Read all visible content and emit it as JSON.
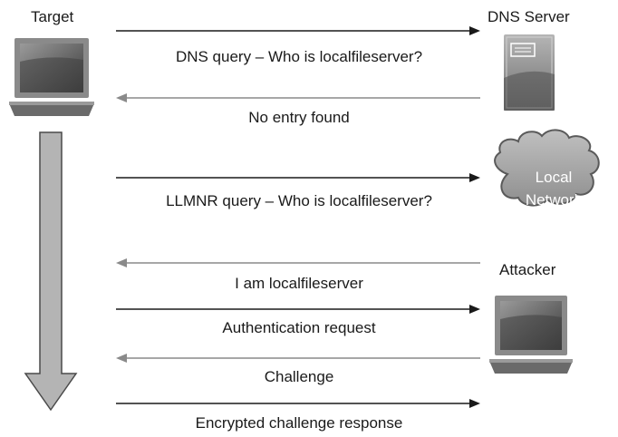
{
  "nodes": {
    "target": {
      "label": "Target"
    },
    "dns_server": {
      "label": "DNS Server"
    },
    "network": {
      "label_line1": "Local",
      "label_line2": "Network"
    },
    "attacker": {
      "label": "Attacker"
    }
  },
  "messages": [
    {
      "text": "DNS query – Who is localfileserver?",
      "direction": "to-right",
      "emphasis": "dark"
    },
    {
      "text": "No entry found",
      "direction": "to-left",
      "emphasis": "light"
    },
    {
      "text": "LLMNR query – Who is localfileserver?",
      "direction": "to-right",
      "emphasis": "dark"
    },
    {
      "text": "I am localfileserver",
      "direction": "to-left",
      "emphasis": "light"
    },
    {
      "text": "Authentication request",
      "direction": "to-right",
      "emphasis": "dark"
    },
    {
      "text": "Challenge",
      "direction": "to-left",
      "emphasis": "light"
    },
    {
      "text": "Encrypted challenge response",
      "direction": "to-right",
      "emphasis": "dark"
    }
  ],
  "colors": {
    "dark_arrow": "#1a1a1a",
    "light_arrow": "#8a8a8a",
    "device_gray": "#7a7a7a",
    "device_dark": "#4a4a4a",
    "cloud_gray": "#a8a8a8",
    "time_arrow": "#b4b4b4"
  },
  "icons": {
    "target": "laptop-icon",
    "dns_server": "server-icon",
    "network": "cloud-icon",
    "attacker": "laptop-icon",
    "time_flow": "down-arrow-icon"
  }
}
